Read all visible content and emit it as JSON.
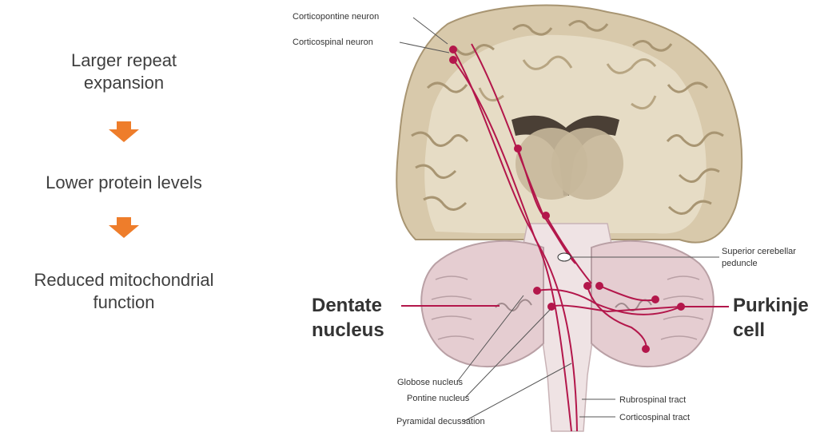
{
  "flow": {
    "step1": "Larger repeat expansion",
    "step2": "Lower protein levels",
    "step3": "Reduced mitochondrial function"
  },
  "callouts": {
    "dentate_line1": "Dentate",
    "dentate_line2": "nucleus",
    "purkinje_line1": "Purkinje",
    "purkinje_line2": "cell"
  },
  "labels": {
    "corticopontine": "Corticopontine neuron",
    "corticospinal": "Corticospinal neuron",
    "superior_cerebellar_1": "Superior cerebellar",
    "superior_cerebellar_2": "peduncle",
    "globose": "Globose nucleus",
    "pontine": "Pontine nucleus",
    "pyramidal": "Pyramidal decussation",
    "rubrospinal": "Rubrospinal tract",
    "corticospinal_tract": "Corticospinal tract"
  },
  "colors": {
    "arrow": "#ee7d2b",
    "pathway": "#b3174b",
    "brain_tan": "#d2c2a2",
    "cerebellum_pink": "#e7cfd3"
  }
}
